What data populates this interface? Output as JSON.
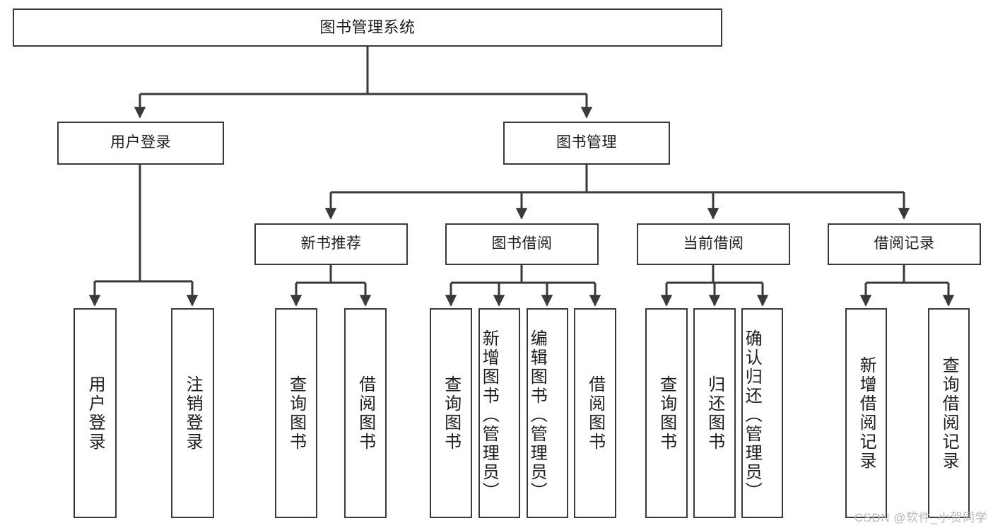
{
  "diagram": {
    "type": "tree",
    "title": "图书管理系统",
    "watermark": "CSDN @软件_小贺同学",
    "colors": {
      "stroke": "#3a3a3a",
      "fill": "#ffffff",
      "text": "#1d1d1d",
      "watermark": "#b9b9b9"
    },
    "nodes": {
      "root": {
        "label": "图书管理系统"
      },
      "level1": [
        {
          "id": "user-login",
          "label": "用户登录"
        },
        {
          "id": "book-manage",
          "label": "图书管理"
        }
      ],
      "level2": [
        {
          "id": "new-book-rec",
          "label": "新书推荐"
        },
        {
          "id": "book-borrow",
          "label": "图书借阅"
        },
        {
          "id": "current-borrow",
          "label": "当前借阅"
        },
        {
          "id": "borrow-record",
          "label": "借阅记录"
        }
      ],
      "leaves": {
        "user_login": [
          {
            "id": "leaf-user-login",
            "label": "用户登录"
          },
          {
            "id": "leaf-logout",
            "label": "注销登录"
          }
        ],
        "new_book_rec": [
          {
            "id": "leaf-query-book-1",
            "label": "查询图书"
          },
          {
            "id": "leaf-borrow-book-1",
            "label": "借阅图书"
          }
        ],
        "book_borrow": [
          {
            "id": "leaf-query-book-2",
            "label": "查询图书"
          },
          {
            "id": "leaf-add-book",
            "label": "新增图书（管理员）"
          },
          {
            "id": "leaf-edit-book",
            "label": "编辑图书（管理员）"
          },
          {
            "id": "leaf-borrow-book-2",
            "label": "借阅图书"
          }
        ],
        "current_borrow": [
          {
            "id": "leaf-query-book-3",
            "label": "查询图书"
          },
          {
            "id": "leaf-return-book",
            "label": "归还图书"
          },
          {
            "id": "leaf-confirm-return",
            "label": "确认归还（管理员）"
          }
        ],
        "borrow_record": [
          {
            "id": "leaf-add-record",
            "label": "新增借阅记录"
          },
          {
            "id": "leaf-query-record",
            "label": "查询借阅记录"
          }
        ]
      }
    }
  }
}
